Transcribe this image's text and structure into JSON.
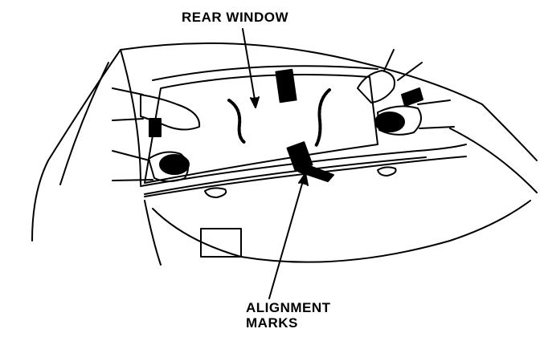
{
  "labels": {
    "rear_window": "REAR WINDOW",
    "alignment_line1": "ALIGNMENT",
    "alignment_line2": "MARKS"
  },
  "colors": {
    "ink": "#000000",
    "paper": "#ffffff"
  }
}
